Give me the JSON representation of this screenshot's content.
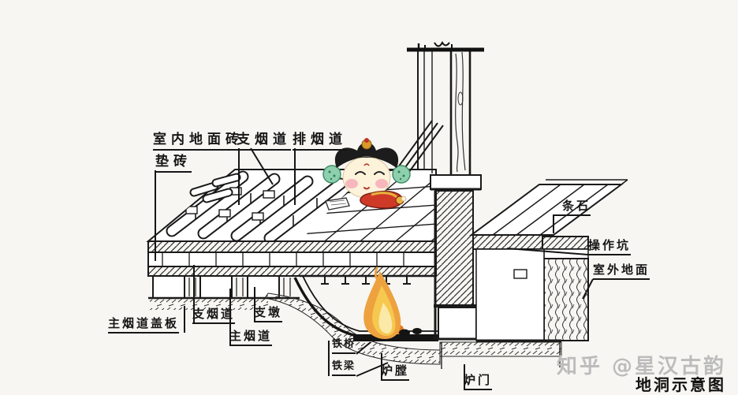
{
  "title": {
    "text": "地洞示意图"
  },
  "watermark": {
    "text": "知乎 @星汉古韵"
  },
  "labels": [
    {
      "id": "indoor-floor-tile",
      "text": "室内地面砖"
    },
    {
      "id": "cushion-brick",
      "text": "垫砖"
    },
    {
      "id": "branch-flue-top",
      "text": "支烟道"
    },
    {
      "id": "exhaust-flue",
      "text": "排烟道"
    },
    {
      "id": "strip-stone",
      "text": "条石"
    },
    {
      "id": "operation-pit",
      "text": "操作坑"
    },
    {
      "id": "outdoor-ground",
      "text": "室外地面"
    },
    {
      "id": "main-flue-cover",
      "text": "主烟道盖板"
    },
    {
      "id": "branch-flue-bottom",
      "text": "支烟道"
    },
    {
      "id": "support-pier",
      "text": "支墩"
    },
    {
      "id": "main-flue",
      "text": "主烟道"
    },
    {
      "id": "iron-grate",
      "text": "铁桥"
    },
    {
      "id": "iron-beam",
      "text": "铁梁"
    },
    {
      "id": "furnace-chamber",
      "text": "炉膛"
    },
    {
      "id": "furnace-door",
      "text": "炉门"
    }
  ],
  "illustrations": {
    "character": "imperial-child-cartoon",
    "fire": "furnace-flame"
  },
  "colors": {
    "ink": "#1a1a1a",
    "background": "#f7f6f2",
    "watermark_gray": "#bcbcbc",
    "flame_outer": "#eda23f",
    "flame_mid": "#f6c84f",
    "flame_core": "#fbe9a8",
    "robe_red": "#cf3a28",
    "headdress_black": "#1c1c1c",
    "ornament_gold": "#d99a2b",
    "ear_disc_green": "#8ecfad",
    "skin": "#fdf2da",
    "blush": "#f5aeb6"
  }
}
